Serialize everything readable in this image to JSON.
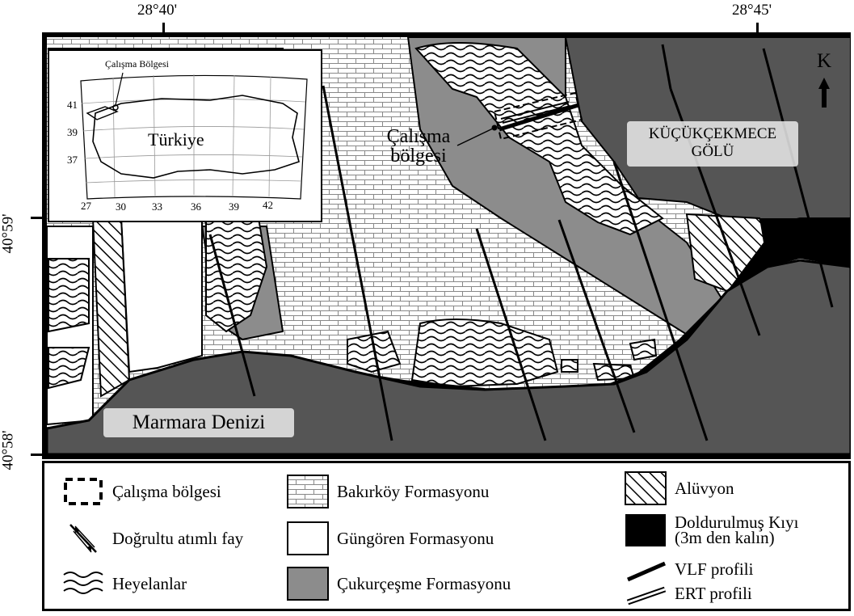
{
  "coordinates": {
    "top_left_label": "28°40'",
    "top_right_label": "28°45'",
    "side_upper_label": "40°59'",
    "side_lower_label": "40°58'"
  },
  "map": {
    "study_area_label": "Çalışma\nbölgesi",
    "lake_label_line1": "KÜÇÜKÇEKMECE",
    "lake_label_line2": "GÖLÜ",
    "sea_label": "Marmara Denizi",
    "north_label": "K"
  },
  "inset": {
    "study_area_label": "Çalışma Bölgesi",
    "country_label": "Türkiye",
    "lat_labels": [
      "41",
      "39",
      "37"
    ],
    "lon_labels": [
      "27",
      "30",
      "33",
      "36",
      "39",
      "42"
    ]
  },
  "legend": {
    "items": [
      {
        "key": "study-area",
        "label": "Çalışma bölgesi"
      },
      {
        "key": "strike-slip-fault",
        "label": "Doğrultu atımlı fay"
      },
      {
        "key": "landslides",
        "label": "Heyelanlar"
      },
      {
        "key": "bakirkoy",
        "label": "Bakırköy Formasyonu"
      },
      {
        "key": "gungoren",
        "label": "Güngören Formasyonu"
      },
      {
        "key": "cukurcesme",
        "label": "Çukurçeşme Formasyonu"
      },
      {
        "key": "alluvium",
        "label": "Alüvyon"
      },
      {
        "key": "filled-shore",
        "label": "Doldurulmuş Kıyı",
        "label2": "(3m den kalın)"
      },
      {
        "key": "vlf",
        "label": "VLF profili"
      },
      {
        "key": "ert",
        "label": "ERT profili"
      }
    ]
  },
  "colors": {
    "sea": "#555555",
    "cukurcesme": "#8c8c8c",
    "gungoren": "#ffffff",
    "filled_shore": "#000000"
  }
}
